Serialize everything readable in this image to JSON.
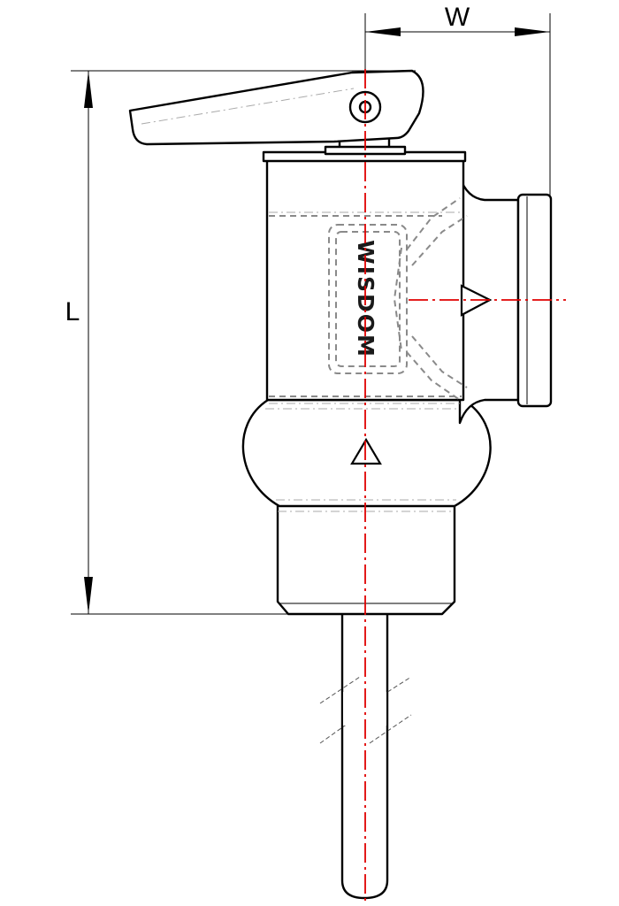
{
  "dimensions": {
    "width_label": "W",
    "length_label": "L"
  },
  "body": {
    "brand_text": "WISDOM"
  },
  "colors": {
    "outline": "#000000",
    "center_line": "#e00000",
    "hidden_line": "#8a8a8a"
  }
}
